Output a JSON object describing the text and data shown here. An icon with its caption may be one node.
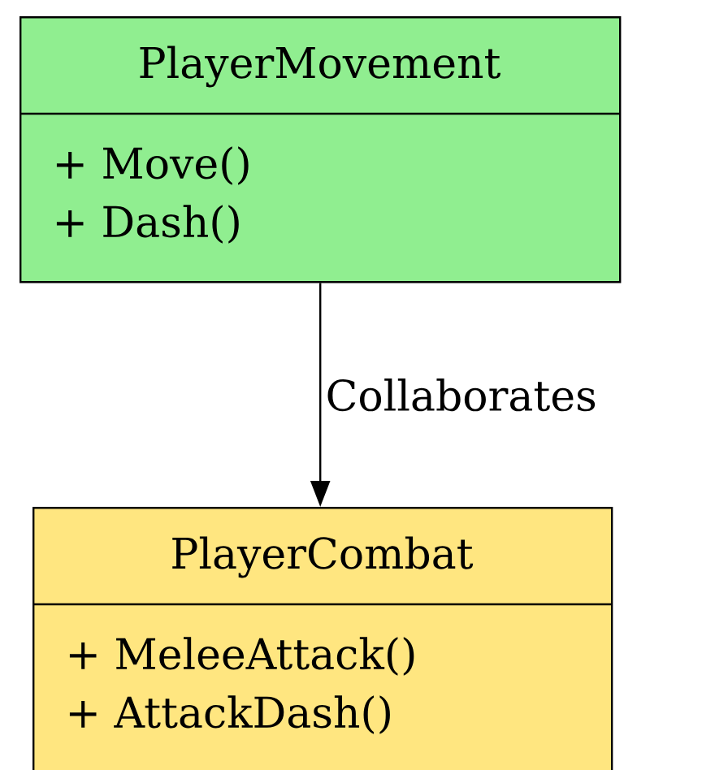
{
  "diagram": {
    "nodes": [
      {
        "text": [
          "PlayerMovement",
          "+ Move()",
          "+ Dash()"
        ]
      },
      {
        "text": [
          "PlayerCombat",
          "+ MeleeAttack()",
          "+ AttackDash()"
        ]
      }
    ],
    "edges": [
      {
        "from": 0,
        "to": 1,
        "arrow": "to",
        "label": "Collaborates"
      }
    ]
  }
}
